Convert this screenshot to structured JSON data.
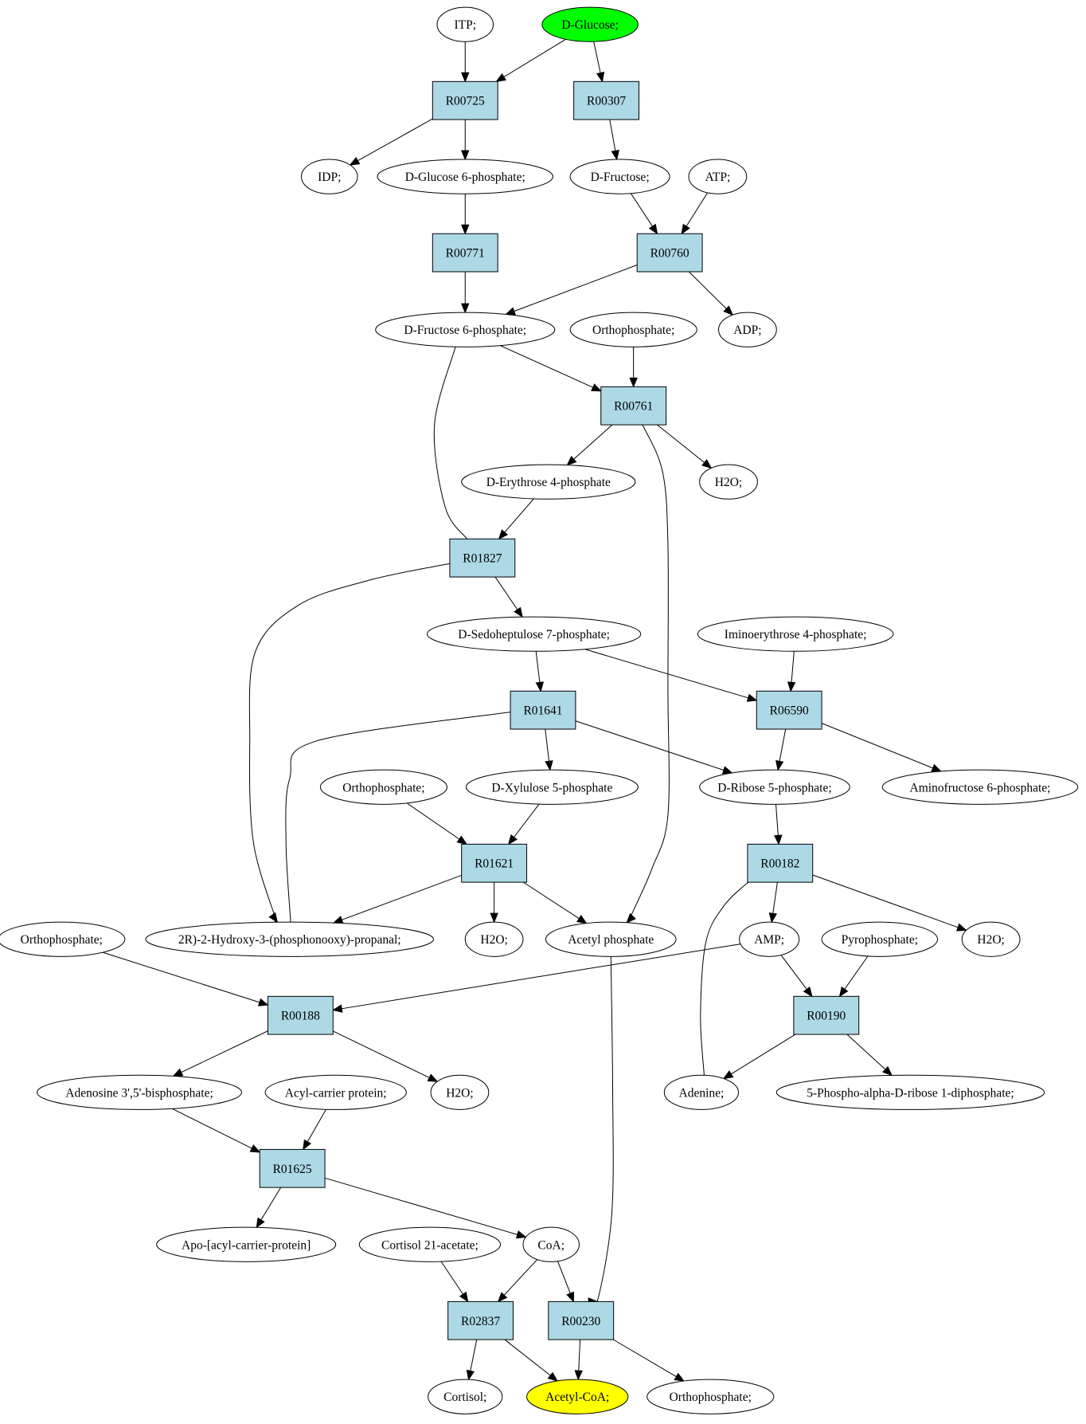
{
  "colors": {
    "reaction_fill": "#add8e6",
    "compound_fill": "#ffffff",
    "start_fill": "#00ff00",
    "target_fill": "#ffff00",
    "stroke": "#000000"
  },
  "nodes": [
    {
      "id": "itp",
      "kind": "compound",
      "label": "ITP;"
    },
    {
      "id": "glucose",
      "kind": "start",
      "label": "D-Glucose;"
    },
    {
      "id": "r00725",
      "kind": "reaction",
      "label": "R00725"
    },
    {
      "id": "r00307",
      "kind": "reaction",
      "label": "R00307"
    },
    {
      "id": "idp",
      "kind": "compound",
      "label": "IDP;"
    },
    {
      "id": "g6p",
      "kind": "compound",
      "label": "D-Glucose 6-phosphate;"
    },
    {
      "id": "fructose",
      "kind": "compound",
      "label": "D-Fructose;"
    },
    {
      "id": "atp",
      "kind": "compound",
      "label": "ATP;"
    },
    {
      "id": "r00771",
      "kind": "reaction",
      "label": "R00771"
    },
    {
      "id": "r00760",
      "kind": "reaction",
      "label": "R00760"
    },
    {
      "id": "f6p",
      "kind": "compound",
      "label": "D-Fructose 6-phosphate;"
    },
    {
      "id": "pi1",
      "kind": "compound",
      "label": "Orthophosphate;"
    },
    {
      "id": "adp",
      "kind": "compound",
      "label": "ADP;"
    },
    {
      "id": "r00761",
      "kind": "reaction",
      "label": "R00761"
    },
    {
      "id": "e4p",
      "kind": "compound",
      "label": "D-Erythrose 4-phosphate"
    },
    {
      "id": "h2o1",
      "kind": "compound",
      "label": "H2O;"
    },
    {
      "id": "r01827",
      "kind": "reaction",
      "label": "R01827"
    },
    {
      "id": "s7p",
      "kind": "compound",
      "label": "D-Sedoheptulose 7-phosphate;"
    },
    {
      "id": "imino",
      "kind": "compound",
      "label": "Iminoerythrose 4-phosphate;"
    },
    {
      "id": "r01641",
      "kind": "reaction",
      "label": "R01641"
    },
    {
      "id": "r06590",
      "kind": "reaction",
      "label": "R06590"
    },
    {
      "id": "pi2",
      "kind": "compound",
      "label": "Orthophosphate;"
    },
    {
      "id": "x5p",
      "kind": "compound",
      "label": "D-Xylulose 5-phosphate"
    },
    {
      "id": "r5p",
      "kind": "compound",
      "label": "D-Ribose 5-phosphate;"
    },
    {
      "id": "aminof6p",
      "kind": "compound",
      "label": "Aminofructose 6-phosphate;"
    },
    {
      "id": "r01621",
      "kind": "reaction",
      "label": "R01621"
    },
    {
      "id": "r00182",
      "kind": "reaction",
      "label": "R00182"
    },
    {
      "id": "pi3",
      "kind": "compound",
      "label": "Orthophosphate;"
    },
    {
      "id": "g3p",
      "kind": "compound",
      "label": "2R)-2-Hydroxy-3-(phosphonooxy)-propanal;"
    },
    {
      "id": "h2o2",
      "kind": "compound",
      "label": "H2O;"
    },
    {
      "id": "acetylp",
      "kind": "compound",
      "label": "Acetyl phosphate"
    },
    {
      "id": "amp",
      "kind": "compound",
      "label": "AMP;"
    },
    {
      "id": "ppi",
      "kind": "compound",
      "label": "Pyrophosphate;"
    },
    {
      "id": "h2o3",
      "kind": "compound",
      "label": "H2O;"
    },
    {
      "id": "r00188",
      "kind": "reaction",
      "label": "R00188"
    },
    {
      "id": "r00190",
      "kind": "reaction",
      "label": "R00190"
    },
    {
      "id": "pap",
      "kind": "compound",
      "label": "Adenosine 3',5'-bisphosphate;"
    },
    {
      "id": "acp",
      "kind": "compound",
      "label": "Acyl-carrier protein;"
    },
    {
      "id": "h2o4",
      "kind": "compound",
      "label": "H2O;"
    },
    {
      "id": "adenine",
      "kind": "compound",
      "label": "Adenine;"
    },
    {
      "id": "prpp",
      "kind": "compound",
      "label": "5-Phospho-alpha-D-ribose 1-diphosphate;"
    },
    {
      "id": "r01625",
      "kind": "reaction",
      "label": "R01625"
    },
    {
      "id": "apoacp",
      "kind": "compound",
      "label": "Apo-[acyl-carrier-protein]"
    },
    {
      "id": "cortac",
      "kind": "compound",
      "label": "Cortisol 21-acetate;"
    },
    {
      "id": "coa",
      "kind": "compound",
      "label": "CoA;"
    },
    {
      "id": "r02837",
      "kind": "reaction",
      "label": "R02837"
    },
    {
      "id": "r00230",
      "kind": "reaction",
      "label": "R00230"
    },
    {
      "id": "cortisol",
      "kind": "compound",
      "label": "Cortisol;"
    },
    {
      "id": "acetylcoa",
      "kind": "target",
      "label": "Acetyl-CoA;"
    },
    {
      "id": "pi4",
      "kind": "compound",
      "label": "Orthophosphate;"
    }
  ],
  "edges": [
    {
      "from": "itp",
      "to": "r00725"
    },
    {
      "from": "glucose",
      "to": "r00725"
    },
    {
      "from": "glucose",
      "to": "r00307"
    },
    {
      "from": "r00725",
      "to": "idp"
    },
    {
      "from": "r00725",
      "to": "g6p"
    },
    {
      "from": "r00307",
      "to": "fructose"
    },
    {
      "from": "g6p",
      "to": "r00771"
    },
    {
      "from": "fructose",
      "to": "r00760"
    },
    {
      "from": "atp",
      "to": "r00760"
    },
    {
      "from": "r00771",
      "to": "f6p"
    },
    {
      "from": "r00760",
      "to": "f6p"
    },
    {
      "from": "r00760",
      "to": "adp"
    },
    {
      "from": "f6p",
      "to": "r00761"
    },
    {
      "from": "pi1",
      "to": "r00761"
    },
    {
      "from": "f6p",
      "to": "r01827"
    },
    {
      "from": "r00761",
      "to": "e4p"
    },
    {
      "from": "r00761",
      "to": "h2o1"
    },
    {
      "from": "r00761",
      "to": "acetylp"
    },
    {
      "from": "e4p",
      "to": "r01827"
    },
    {
      "from": "r01827",
      "to": "s7p"
    },
    {
      "from": "r01827",
      "to": "g3p"
    },
    {
      "from": "s7p",
      "to": "r01641"
    },
    {
      "from": "s7p",
      "to": "r06590"
    },
    {
      "from": "imino",
      "to": "r06590"
    },
    {
      "from": "g3p",
      "to": "r01641"
    },
    {
      "from": "r01641",
      "to": "x5p"
    },
    {
      "from": "r01641",
      "to": "r5p"
    },
    {
      "from": "r06590",
      "to": "r5p"
    },
    {
      "from": "r06590",
      "to": "aminof6p"
    },
    {
      "from": "pi2",
      "to": "r01621"
    },
    {
      "from": "x5p",
      "to": "r01621"
    },
    {
      "from": "r5p",
      "to": "r00182"
    },
    {
      "from": "r01621",
      "to": "g3p"
    },
    {
      "from": "r01621",
      "to": "h2o2"
    },
    {
      "from": "r01621",
      "to": "acetylp"
    },
    {
      "from": "r00182",
      "to": "amp"
    },
    {
      "from": "r00182",
      "to": "h2o3"
    },
    {
      "from": "adenine",
      "to": "r00182"
    },
    {
      "from": "pi3",
      "to": "r00188"
    },
    {
      "from": "amp",
      "to": "r00188"
    },
    {
      "from": "amp",
      "to": "r00190"
    },
    {
      "from": "ppi",
      "to": "r00190"
    },
    {
      "from": "r00188",
      "to": "pap"
    },
    {
      "from": "r00188",
      "to": "h2o4"
    },
    {
      "from": "r00190",
      "to": "adenine"
    },
    {
      "from": "r00190",
      "to": "prpp"
    },
    {
      "from": "pap",
      "to": "r01625"
    },
    {
      "from": "acp",
      "to": "r01625"
    },
    {
      "from": "r01625",
      "to": "apoacp"
    },
    {
      "from": "r01625",
      "to": "coa"
    },
    {
      "from": "cortac",
      "to": "r02837"
    },
    {
      "from": "coa",
      "to": "r02837"
    },
    {
      "from": "coa",
      "to": "r00230"
    },
    {
      "from": "acetylp",
      "to": "r00230"
    },
    {
      "from": "r02837",
      "to": "cortisol"
    },
    {
      "from": "r02837",
      "to": "acetylcoa"
    },
    {
      "from": "r00230",
      "to": "acetylcoa"
    },
    {
      "from": "r00230",
      "to": "pi4"
    }
  ]
}
